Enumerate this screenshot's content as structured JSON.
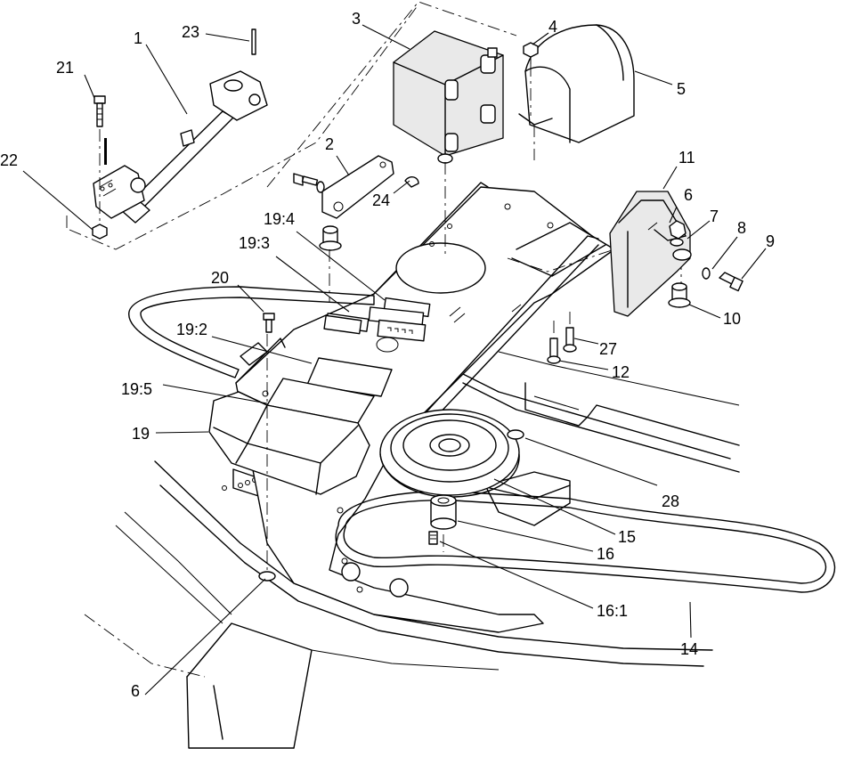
{
  "diagram": {
    "callouts": [
      {
        "id": "c1",
        "text": "1"
      },
      {
        "id": "c2",
        "text": "2"
      },
      {
        "id": "c3",
        "text": "3"
      },
      {
        "id": "c4",
        "text": "4"
      },
      {
        "id": "c5",
        "text": "5"
      },
      {
        "id": "c6a",
        "text": "6"
      },
      {
        "id": "c6b",
        "text": "6"
      },
      {
        "id": "c7",
        "text": "7"
      },
      {
        "id": "c8",
        "text": "8"
      },
      {
        "id": "c9",
        "text": "9"
      },
      {
        "id": "c10",
        "text": "10"
      },
      {
        "id": "c11",
        "text": "11"
      },
      {
        "id": "c12",
        "text": "12"
      },
      {
        "id": "c14",
        "text": "14"
      },
      {
        "id": "c15",
        "text": "15"
      },
      {
        "id": "c16",
        "text": "16"
      },
      {
        "id": "c161",
        "text": "16:1"
      },
      {
        "id": "c19",
        "text": "19"
      },
      {
        "id": "c192",
        "text": "19:2"
      },
      {
        "id": "c193",
        "text": "19:3"
      },
      {
        "id": "c194",
        "text": "19:4"
      },
      {
        "id": "c195",
        "text": "19:5"
      },
      {
        "id": "c20",
        "text": "20"
      },
      {
        "id": "c21",
        "text": "21"
      },
      {
        "id": "c22",
        "text": "22"
      },
      {
        "id": "c23",
        "text": "23"
      },
      {
        "id": "c24",
        "text": "24"
      },
      {
        "id": "c27",
        "text": "27"
      },
      {
        "id": "c28",
        "text": "28"
      }
    ]
  }
}
